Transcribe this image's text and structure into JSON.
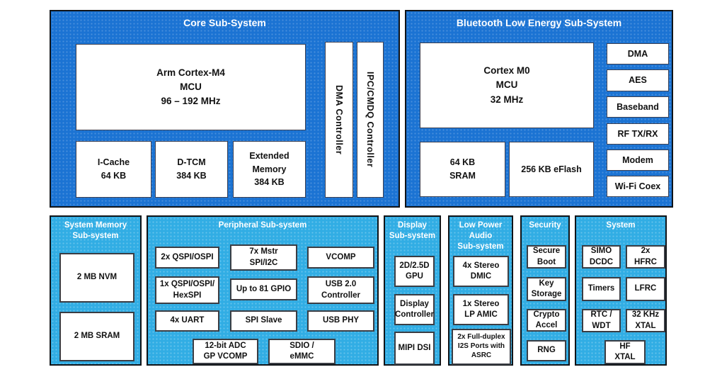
{
  "colors": {
    "dark_blue": "#1b73d3",
    "light_blue": "#31ade4",
    "block_fill": "#ffffff",
    "box_border": "#101418",
    "title_text": "#ffffff",
    "block_text": "#111111"
  },
  "core": {
    "title": "Core Sub-System",
    "cpu": "Arm Cortex-M4\nMCU\n96 – 192 MHz",
    "icache": "I-Cache\n64 KB",
    "dtcm": "D-TCM\n384 KB",
    "extmem": "Extended\nMemory\n384 KB",
    "dma": "DMA Controller",
    "ipc": "IPC/CMDQ Controller"
  },
  "ble": {
    "title": "Bluetooth Low Energy Sub-System",
    "cpu": "Cortex M0\nMCU\n32 MHz",
    "sram": "64 KB\nSRAM",
    "eflash": "256 KB eFlash",
    "side": {
      "dma": "DMA",
      "aes": "AES",
      "baseband": "Baseband",
      "rf": "RF TX/RX",
      "modem": "Modem",
      "wifi": "Wi-Fi Coex"
    }
  },
  "sysmem": {
    "title": "System Memory\nSub-system",
    "nvm": "2 MB NVM",
    "sram": "2 MB SRAM"
  },
  "peripheral": {
    "title": "Peripheral Sub-system",
    "qspi2": "2x QSPI/OSPI",
    "mstr": "7x Mstr\nSPI/I2C",
    "vcomp": "VCOMP",
    "hexspi": "1x QSPI/OSPI/\nHexSPI",
    "gpio": "Up to 81 GPIO",
    "usb_ctrl": "USB 2.0\nController",
    "uart": "4x UART",
    "spi_slave": "SPI Slave",
    "usb_phy": "USB PHY",
    "adc": "12-bit ADC\nGP VCOMP",
    "sdio": "SDIO /\neMMC"
  },
  "display": {
    "title": "Display\nSub-system",
    "gpu": "2D/2.5D\nGPU",
    "ctrl": "Display\nController",
    "mipi": "MIPI DSI"
  },
  "audio": {
    "title": "Low Power\nAudio\nSub-system",
    "dmic": "4x Stereo\nDMIC",
    "amic": "1x Stereo\nLP AMIC",
    "i2s": "2x Full-duplex\nI2S Ports with\nASRC"
  },
  "security": {
    "title": "Security",
    "secure_boot": "Secure\nBoot",
    "key_storage": "Key\nStorage",
    "crypto": "Crypto\nAccel",
    "rng": "RNG"
  },
  "system": {
    "title": "System",
    "simo": "SIMO\nDCDC",
    "hfrc": "2x\nHFRC",
    "timers": "Timers",
    "lfrc": "LFRC",
    "rtc": "RTC /\nWDT",
    "xtal32": "32 KHz\nXTAL",
    "hfxtal": "HF\nXTAL"
  }
}
